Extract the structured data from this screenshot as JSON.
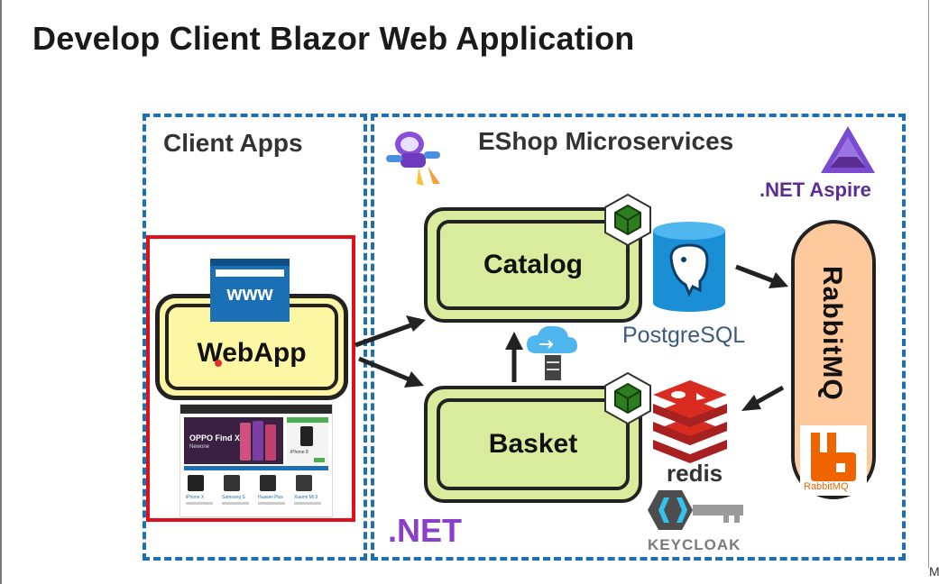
{
  "title": "Develop Client Blazor Web Application",
  "sections": {
    "client_apps": "Client Apps",
    "eshop_microservices": "EShop Microservices"
  },
  "nodes": {
    "www": "www",
    "webapp": "WebApp",
    "catalog": "Catalog",
    "basket": "Basket",
    "rabbitmq": "RabbitMQ"
  },
  "logos": {
    "aspire": ".NET Aspire",
    "postgres": "PostgreSQL",
    "postgres_part1": "Postgre",
    "postgres_part2": "SQL",
    "redis": "redis",
    "keycloak": "KEYCLOAK",
    "dotnet": ".NET",
    "rabbitmq_small": "RabbitMQ"
  },
  "screenshot_preview": {
    "hero_text": "OPPO Find X",
    "hero_sub": "Newone",
    "side_label": "iPhone 8",
    "products": [
      "iPhone X",
      "Samsung S",
      "Huawei Plus",
      "Xiaomi Mi 9"
    ]
  },
  "corner_text": "M",
  "colors": {
    "dash_blue": "#1f6fb5",
    "service_green": "#d9eb9c",
    "webapp_yellow": "#fdf7a3",
    "rabbit_orange": "#fdc99d",
    "highlight_red": "#e0101a",
    "aspire_purple": "#5b2d91"
  }
}
